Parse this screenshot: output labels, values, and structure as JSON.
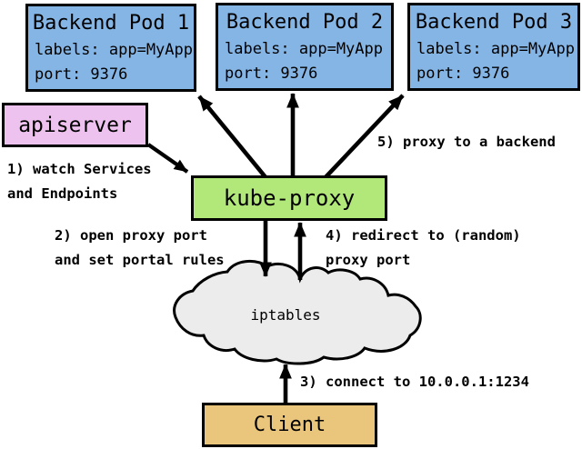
{
  "nodes": {
    "pods": [
      {
        "title": "Backend Pod 1",
        "labels_line": "labels: app=MyApp",
        "port_line": "port: 9376"
      },
      {
        "title": "Backend Pod 2",
        "labels_line": "labels: app=MyApp",
        "port_line": "port: 9376"
      },
      {
        "title": "Backend Pod 3",
        "labels_line": "labels: app=MyApp",
        "port_line": "port: 9376"
      }
    ],
    "apiserver": {
      "title": "apiserver"
    },
    "kube_proxy": {
      "title": "kube-proxy"
    },
    "iptables_cloud": {
      "title": "iptables"
    },
    "client": {
      "title": "Client"
    }
  },
  "annotations": {
    "watch": {
      "line1": "1) watch Services",
      "line2": "and Endpoints"
    },
    "open_port": {
      "line1": "2) open proxy port",
      "line2": "and set portal rules"
    },
    "connect": {
      "line1": "3) connect to 10.0.0.1:1234"
    },
    "redirect": {
      "line1": "4) redirect to (random)",
      "line2": "proxy port"
    },
    "proxy": {
      "line1": "5) proxy to a backend"
    }
  },
  "colors": {
    "pod_fill": "#85b5e5",
    "apiserver_fill": "#eec2ee",
    "kube_proxy_fill": "#b2e87a",
    "cloud_fill": "#ececec",
    "client_fill": "#eac67c",
    "line": "#000000"
  }
}
